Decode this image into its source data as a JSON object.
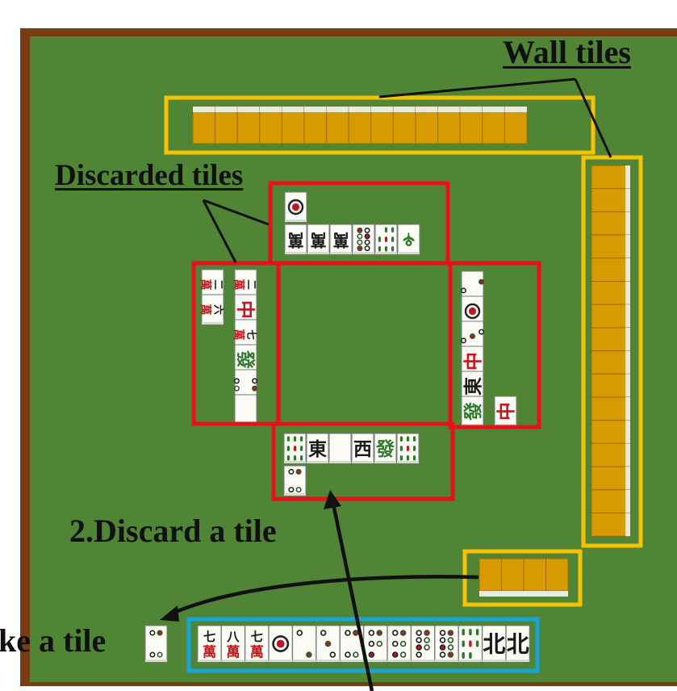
{
  "labels": {
    "wall_tiles": "Wall tiles",
    "discarded_tiles": "Discarded tiles",
    "discard_step": "2.Discard a tile",
    "take_step": "ke a tile"
  },
  "colors": {
    "table_felt": "#4f8535",
    "table_border": "#7a3d12",
    "wall_tile": "#d79a00",
    "wall_highlight": "#f5c100",
    "discard_highlight": "#e8101a",
    "hand_highlight": "#1aa3d6",
    "red_ink": "#c0181e",
    "black_ink": "#1a1a1a"
  },
  "discards": {
    "north": [
      [
        "pin-1"
      ],
      [
        "char-b",
        "char-b",
        "char-c",
        "pin-8",
        "sou-8",
        "sou-x"
      ]
    ],
    "west": [
      [
        "char-2-3",
        "char-2"
      ],
      [
        "chun",
        "char-6"
      ],
      [
        "char-7"
      ],
      [
        "hatsu"
      ],
      [
        "pin-4"
      ],
      [
        "haku"
      ]
    ],
    "east": [
      [
        "pin-2"
      ],
      [
        "pin-1"
      ],
      [
        "pin-3"
      ],
      [
        "chun"
      ],
      [
        "east"
      ],
      [
        "hatsu",
        "chun"
      ]
    ],
    "south": [
      [
        "sou-9",
        "east",
        "haku",
        "west",
        "hatsu",
        "sou-9"
      ],
      [
        "pin-4"
      ]
    ]
  },
  "hand": [
    "char-7",
    "char-8",
    "char-7",
    "pin-1",
    "pin-2",
    "pin-3",
    "pin-4",
    "pin-5",
    "pin-6",
    "pin-7",
    "pin-8",
    "sou-8",
    "north",
    "north"
  ],
  "drawn_tile": "pin-4",
  "wall": {
    "top_count": 15,
    "right_count": 16,
    "corner_count": 4
  }
}
